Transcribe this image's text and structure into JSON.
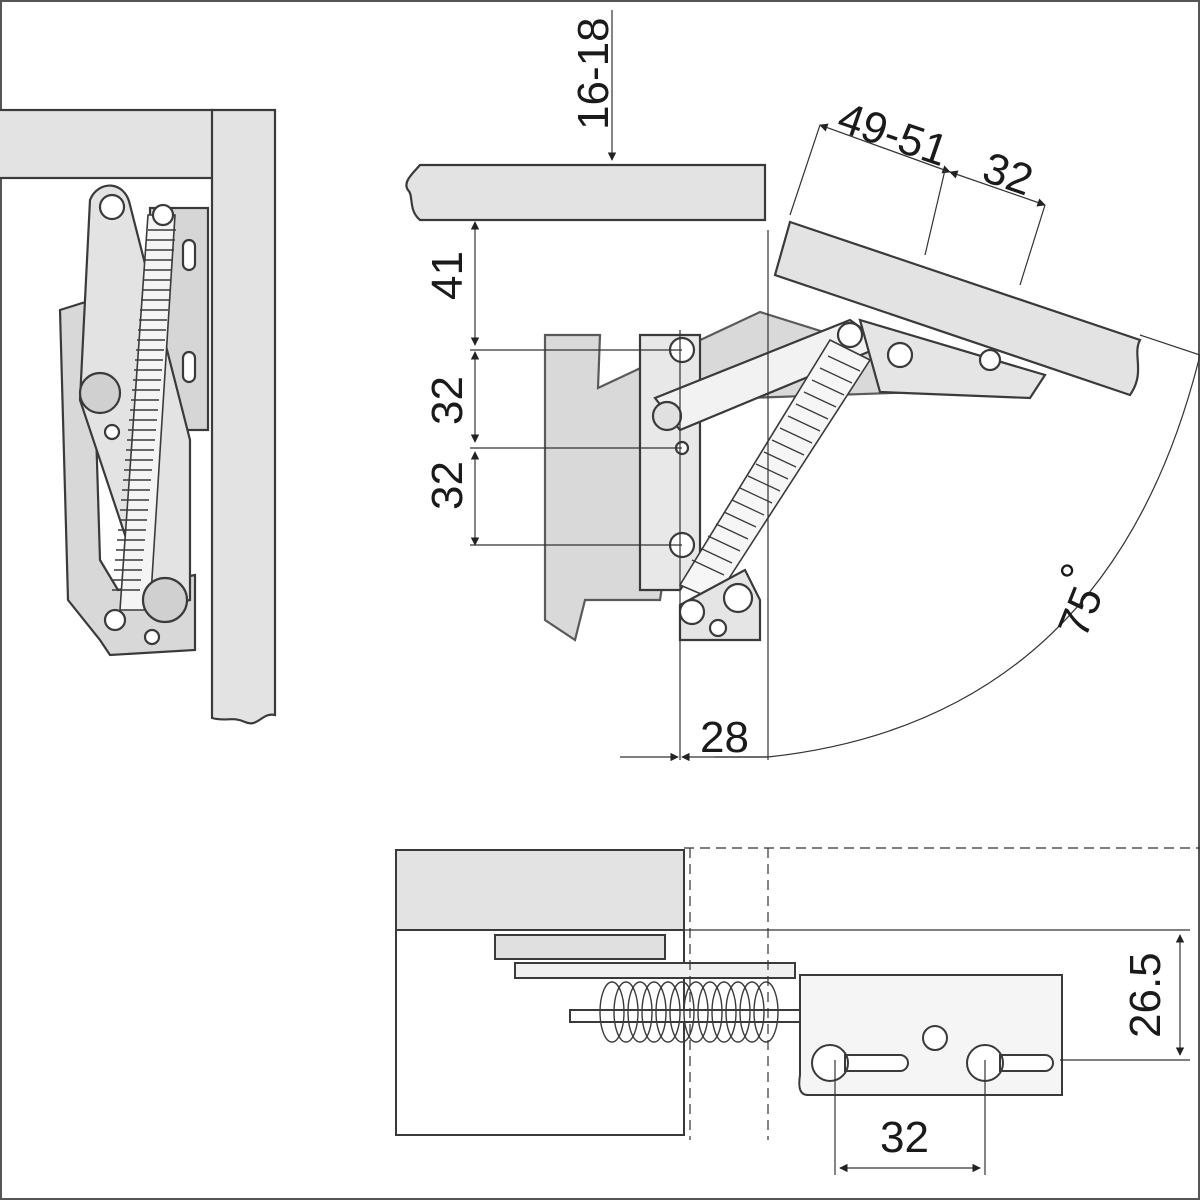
{
  "dimensions": {
    "thickness": "16-18",
    "offset_top": "41",
    "spacing_1": "32",
    "spacing_2": "32",
    "lid_offset": "49-51",
    "lid_spacing": "32",
    "angle": "75",
    "angle_unit": "°",
    "depth": "28",
    "height": "26.5",
    "plate_spacing": "32"
  },
  "colors": {
    "stroke": "#3a3a3a",
    "panel": "#e3e3e3",
    "shadow": "#d2d2d2",
    "spring": "#ffffff",
    "frame": "#555555"
  }
}
